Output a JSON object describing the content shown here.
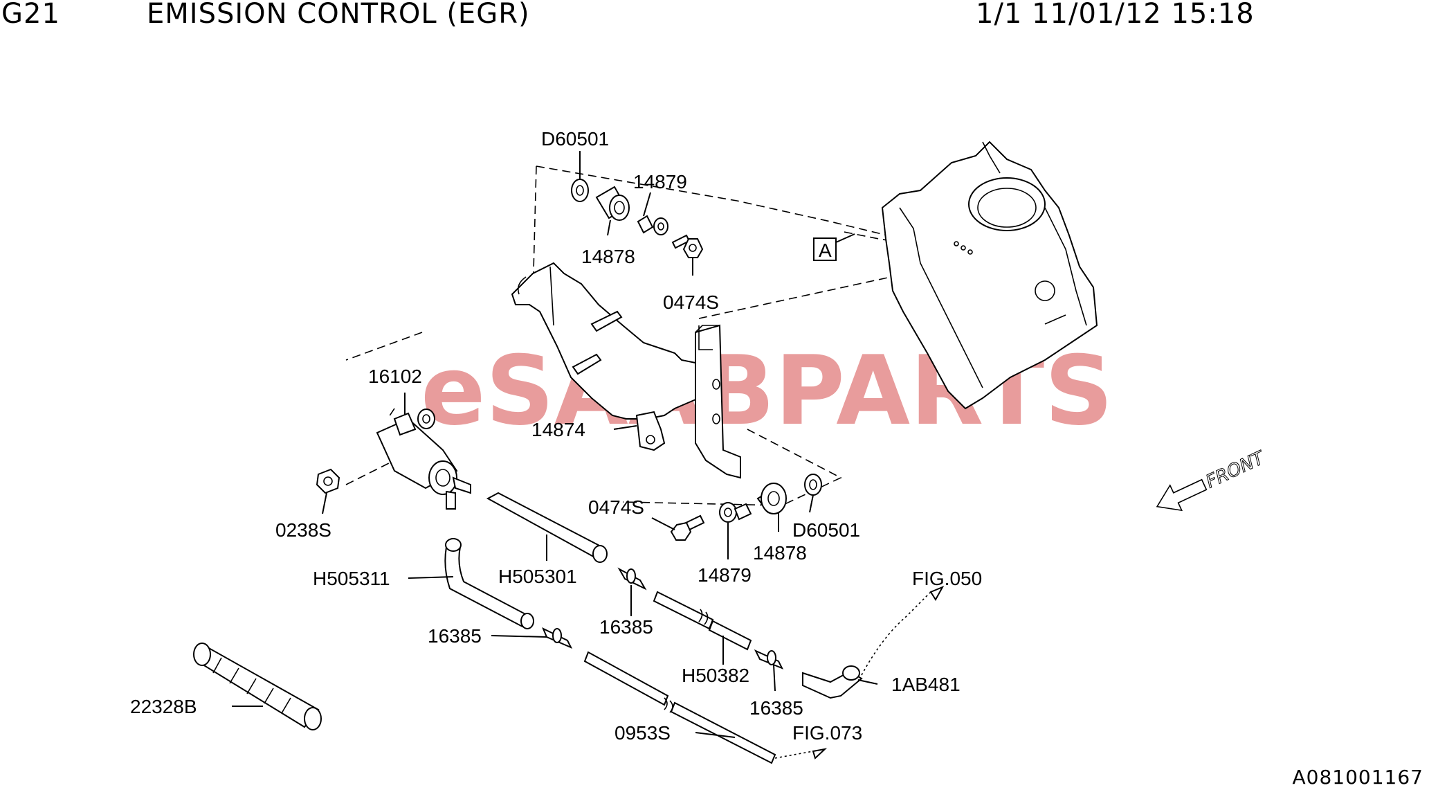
{
  "header": {
    "figure_code": "G21",
    "title": "EMISSION CONTROL (EGR)",
    "page_info": "1/1 11/01/12 15:18"
  },
  "watermark": {
    "prefix": "eSAAB",
    "suffix": "PARTS",
    "color": "#e07b7b"
  },
  "direction_indicator": "FRONT",
  "reference_box": "A",
  "doc_id": "A081001167",
  "callouts": {
    "d60501_top": "D60501",
    "c14879_top": "14879",
    "c14878_top": "14878",
    "c0474s_top": "0474S",
    "c16102": "16102",
    "c14874": "14874",
    "c0238s": "0238S",
    "c0474s_mid": "0474S",
    "d60501_right": "D60501",
    "c14878_mid": "14878",
    "c14879_mid": "14879",
    "h505311": "H505311",
    "h505301": "H505301",
    "c16385_a": "16385",
    "c16385_b": "16385",
    "c16385_c": "16385",
    "h50382": "H50382",
    "c22328b": "22328B",
    "c0953s": "0953S",
    "c1ab481": "1AB481",
    "fig050": "FIG.050",
    "fig073": "FIG.073"
  }
}
